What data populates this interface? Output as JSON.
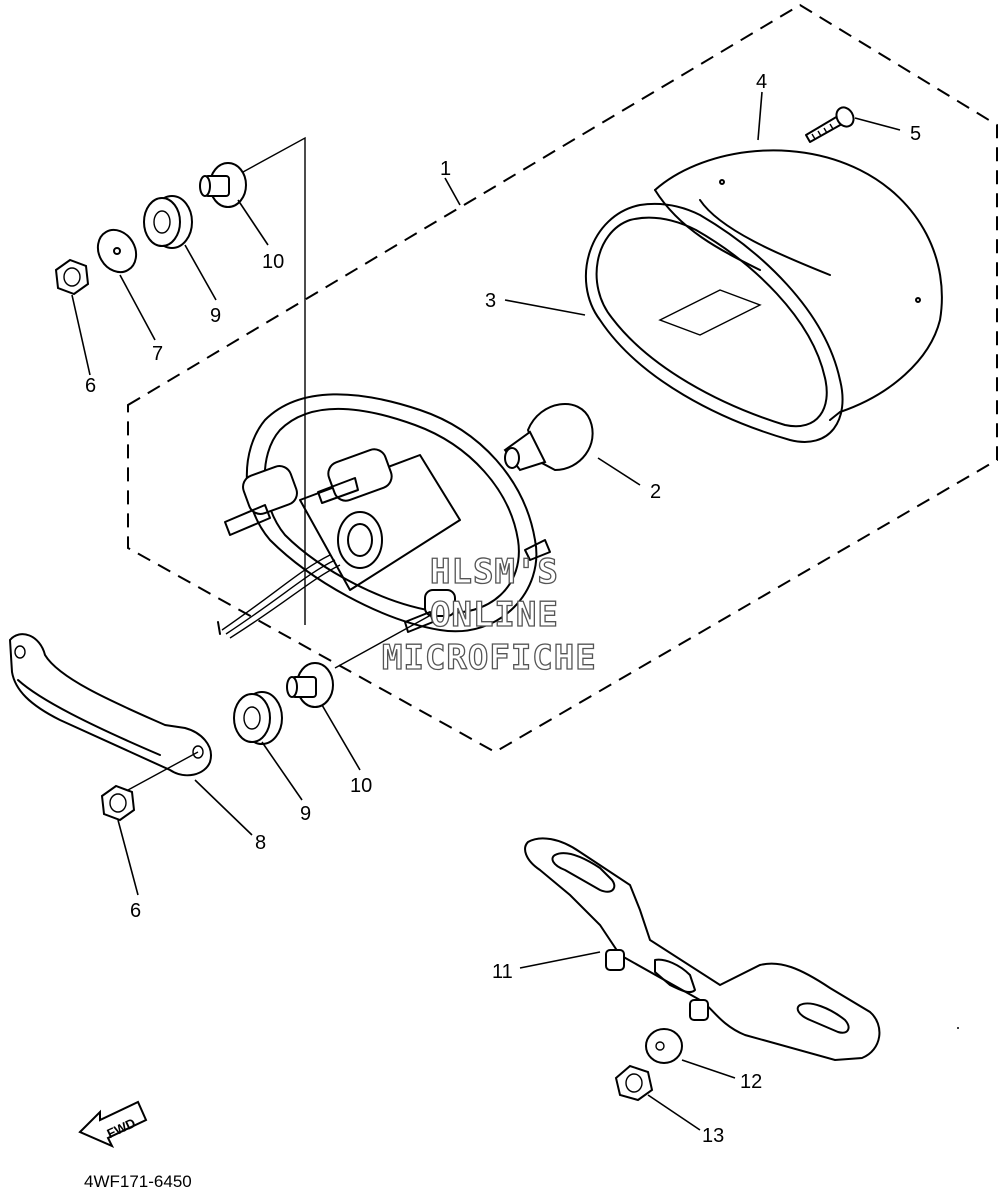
{
  "diagram": {
    "callouts": {
      "c1": "1",
      "c2": "2",
      "c3": "3",
      "c4": "4",
      "c5": "5",
      "c6a": "6",
      "c6b": "6",
      "c7": "7",
      "c8": "8",
      "c9a": "9",
      "c9b": "9",
      "c10a": "10",
      "c10b": "10",
      "c11": "11",
      "c12": "12",
      "c13": "13"
    },
    "watermark": {
      "line1": "HLSM'S",
      "line2": "ONLINE",
      "line3": "MICROFICHE"
    },
    "fwd_label": "FWD",
    "diagram_code": "4WF171-6450",
    "icons": [
      "fwd-arrow-icon"
    ]
  }
}
